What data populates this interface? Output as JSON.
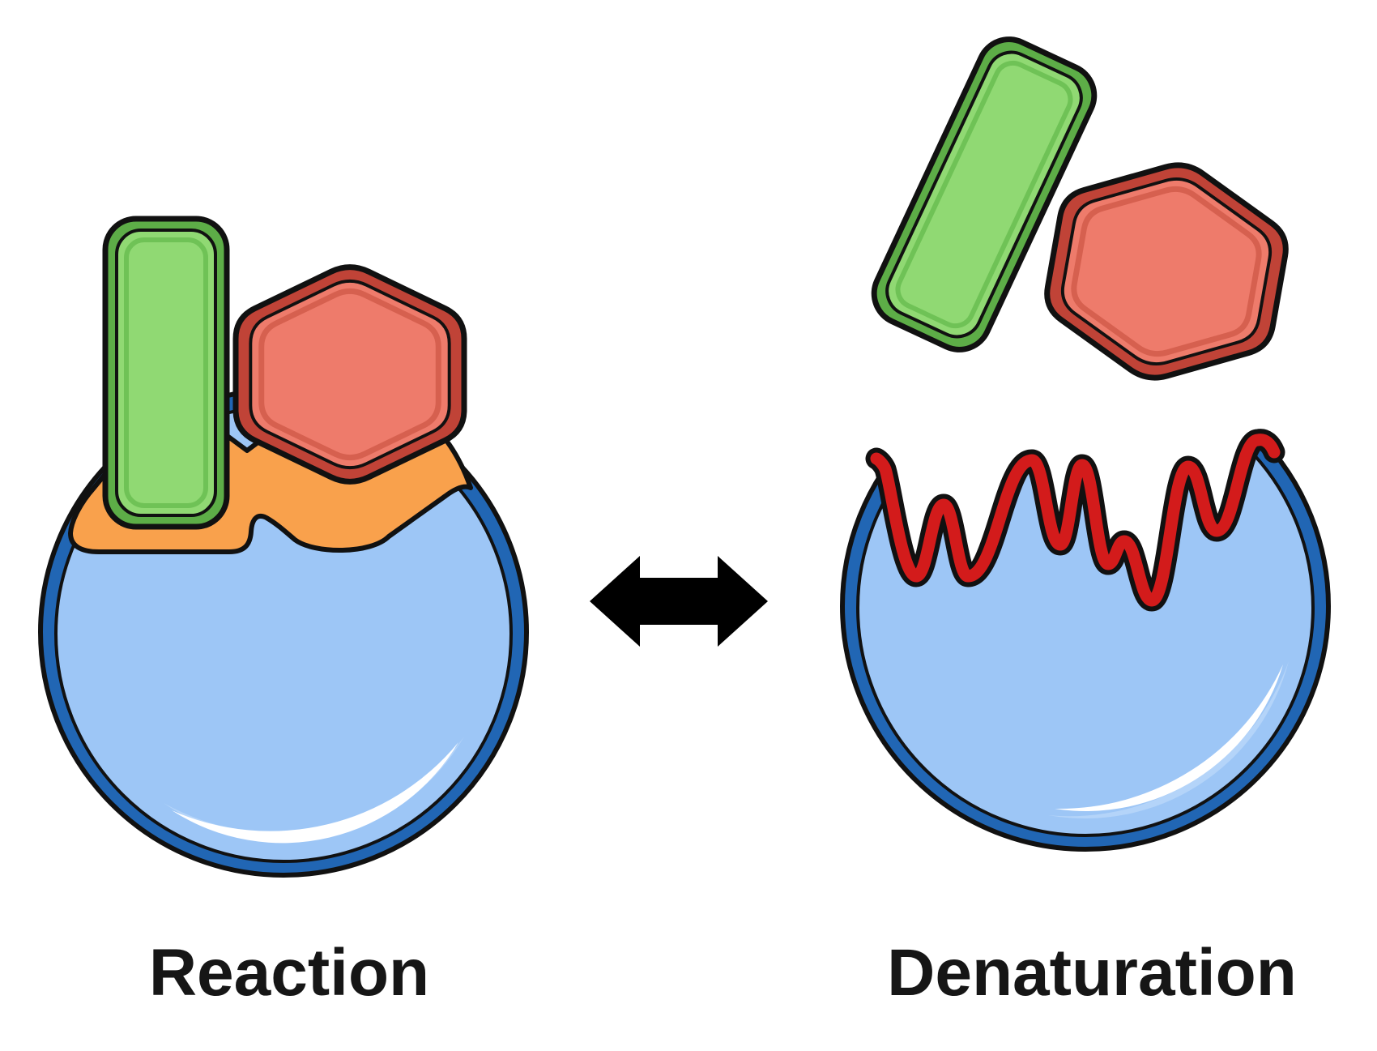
{
  "diagram": {
    "left_panel": {
      "label": "Reaction",
      "description_icons": [
        "enzyme-circle",
        "active-site-pocket",
        "rectangle-substrate",
        "hexagon-substrate"
      ]
    },
    "right_panel": {
      "label": "Denaturation",
      "description_icons": [
        "enzyme-circle",
        "denatured-active-site-squiggle",
        "released-rectangle-substrate",
        "released-hexagon-substrate"
      ]
    },
    "arrow_icon": "double-headed-equilibrium-arrow"
  },
  "colors": {
    "background": "#ffffff",
    "outline": "#111111",
    "enzyme-ring": "#2166b4",
    "enzyme-fill": "#9dc6f6",
    "enzyme-sheen": "#b4d4f9",
    "highlight": "#ffffff",
    "active-site": "#f9a14c",
    "substrate-a-band": "#5dad47",
    "substrate-a-fill": "#90d973",
    "substrate-a-inset": "#6fc256",
    "substrate-b-band": "#c04337",
    "substrate-b-fill": "#ee7b6b",
    "substrate-b-inset": "#d6604f",
    "denatured-site": "#d31b1b",
    "arrow": "#000000"
  }
}
